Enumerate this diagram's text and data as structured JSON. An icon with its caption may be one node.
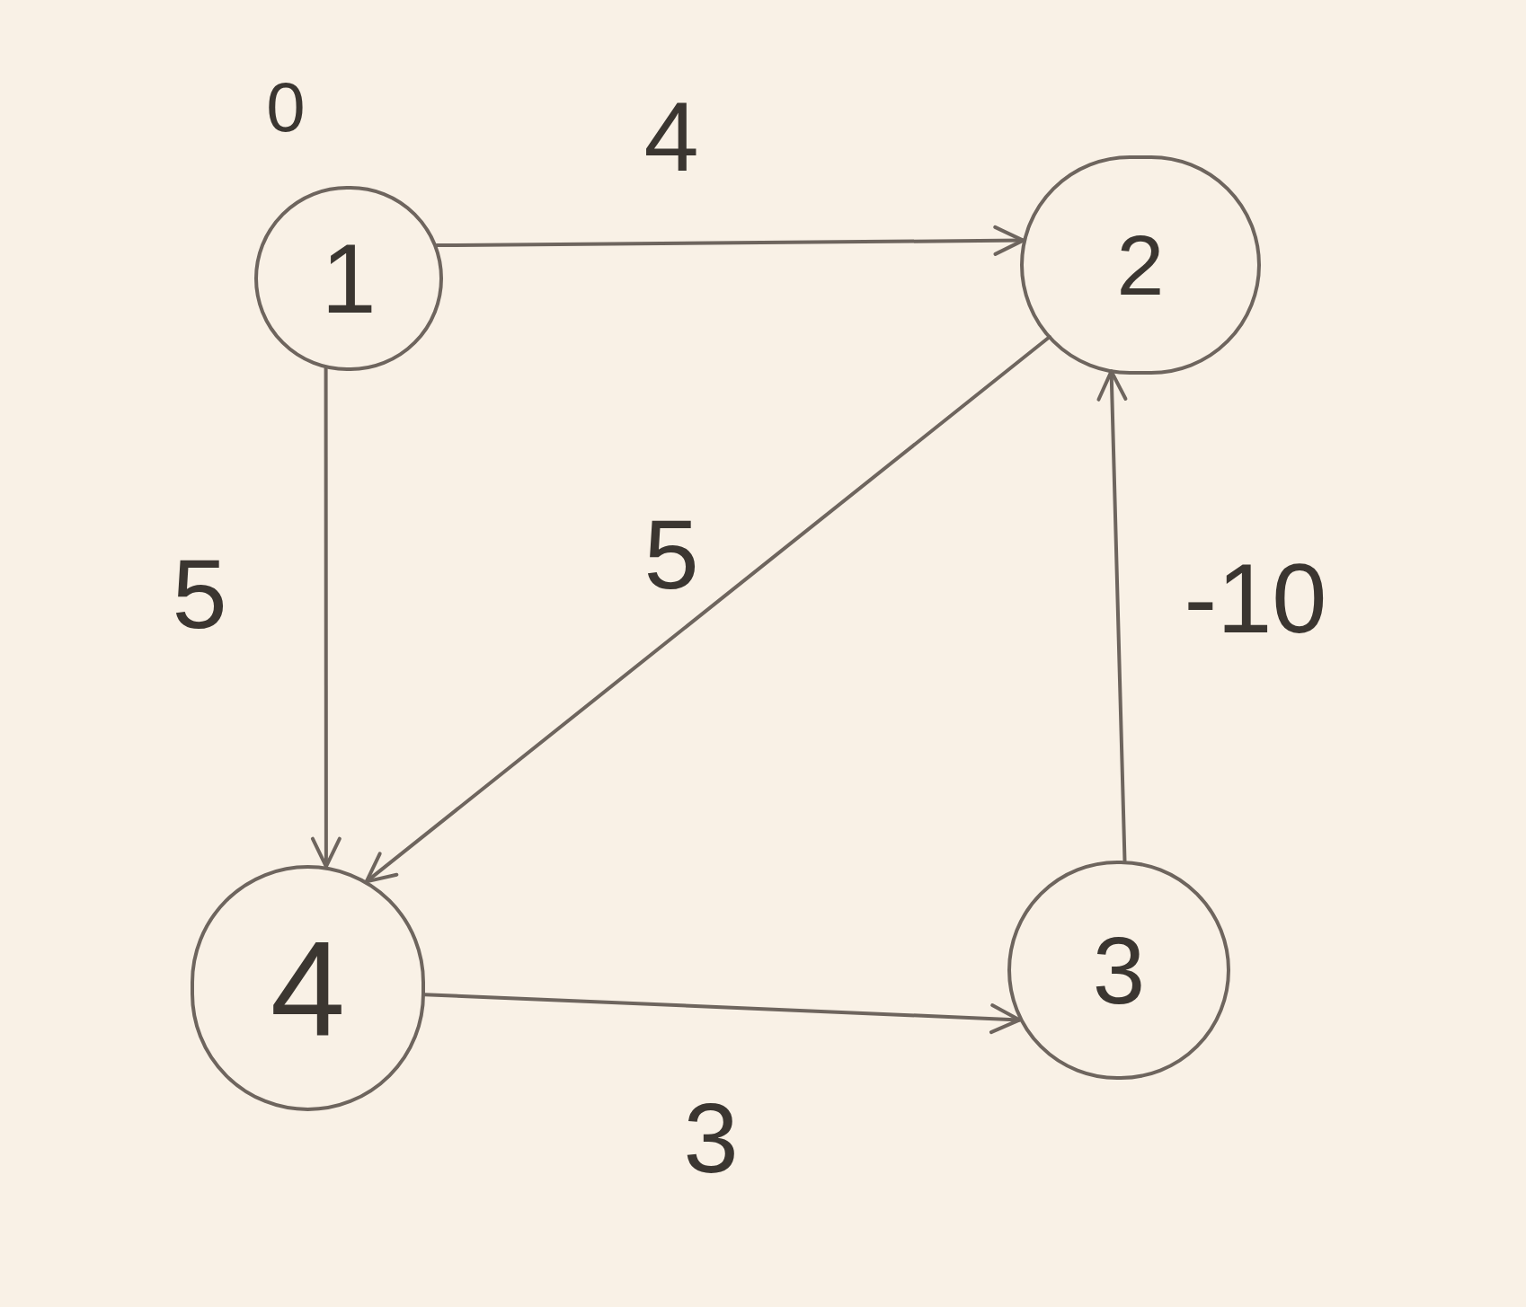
{
  "diagram": {
    "nodes": [
      {
        "text": [
          "1"
        ],
        "beside": [
          "0"
        ]
      },
      {
        "text": [
          "2"
        ]
      },
      {
        "text": [
          "4"
        ]
      },
      {
        "text": [
          "3"
        ]
      }
    ],
    "edges": [
      {
        "from": 0,
        "to": 1,
        "arrow": "to",
        "label": "4"
      },
      {
        "from": 0,
        "to": 2,
        "arrow": "to",
        "label": "5"
      },
      {
        "from": 1,
        "to": 2,
        "arrow": "to",
        "label": "5"
      },
      {
        "from": 3,
        "to": 1,
        "arrow": "to",
        "label": "-10"
      },
      {
        "from": 2,
        "to": 3,
        "arrow": "to",
        "label": "3"
      }
    ]
  }
}
